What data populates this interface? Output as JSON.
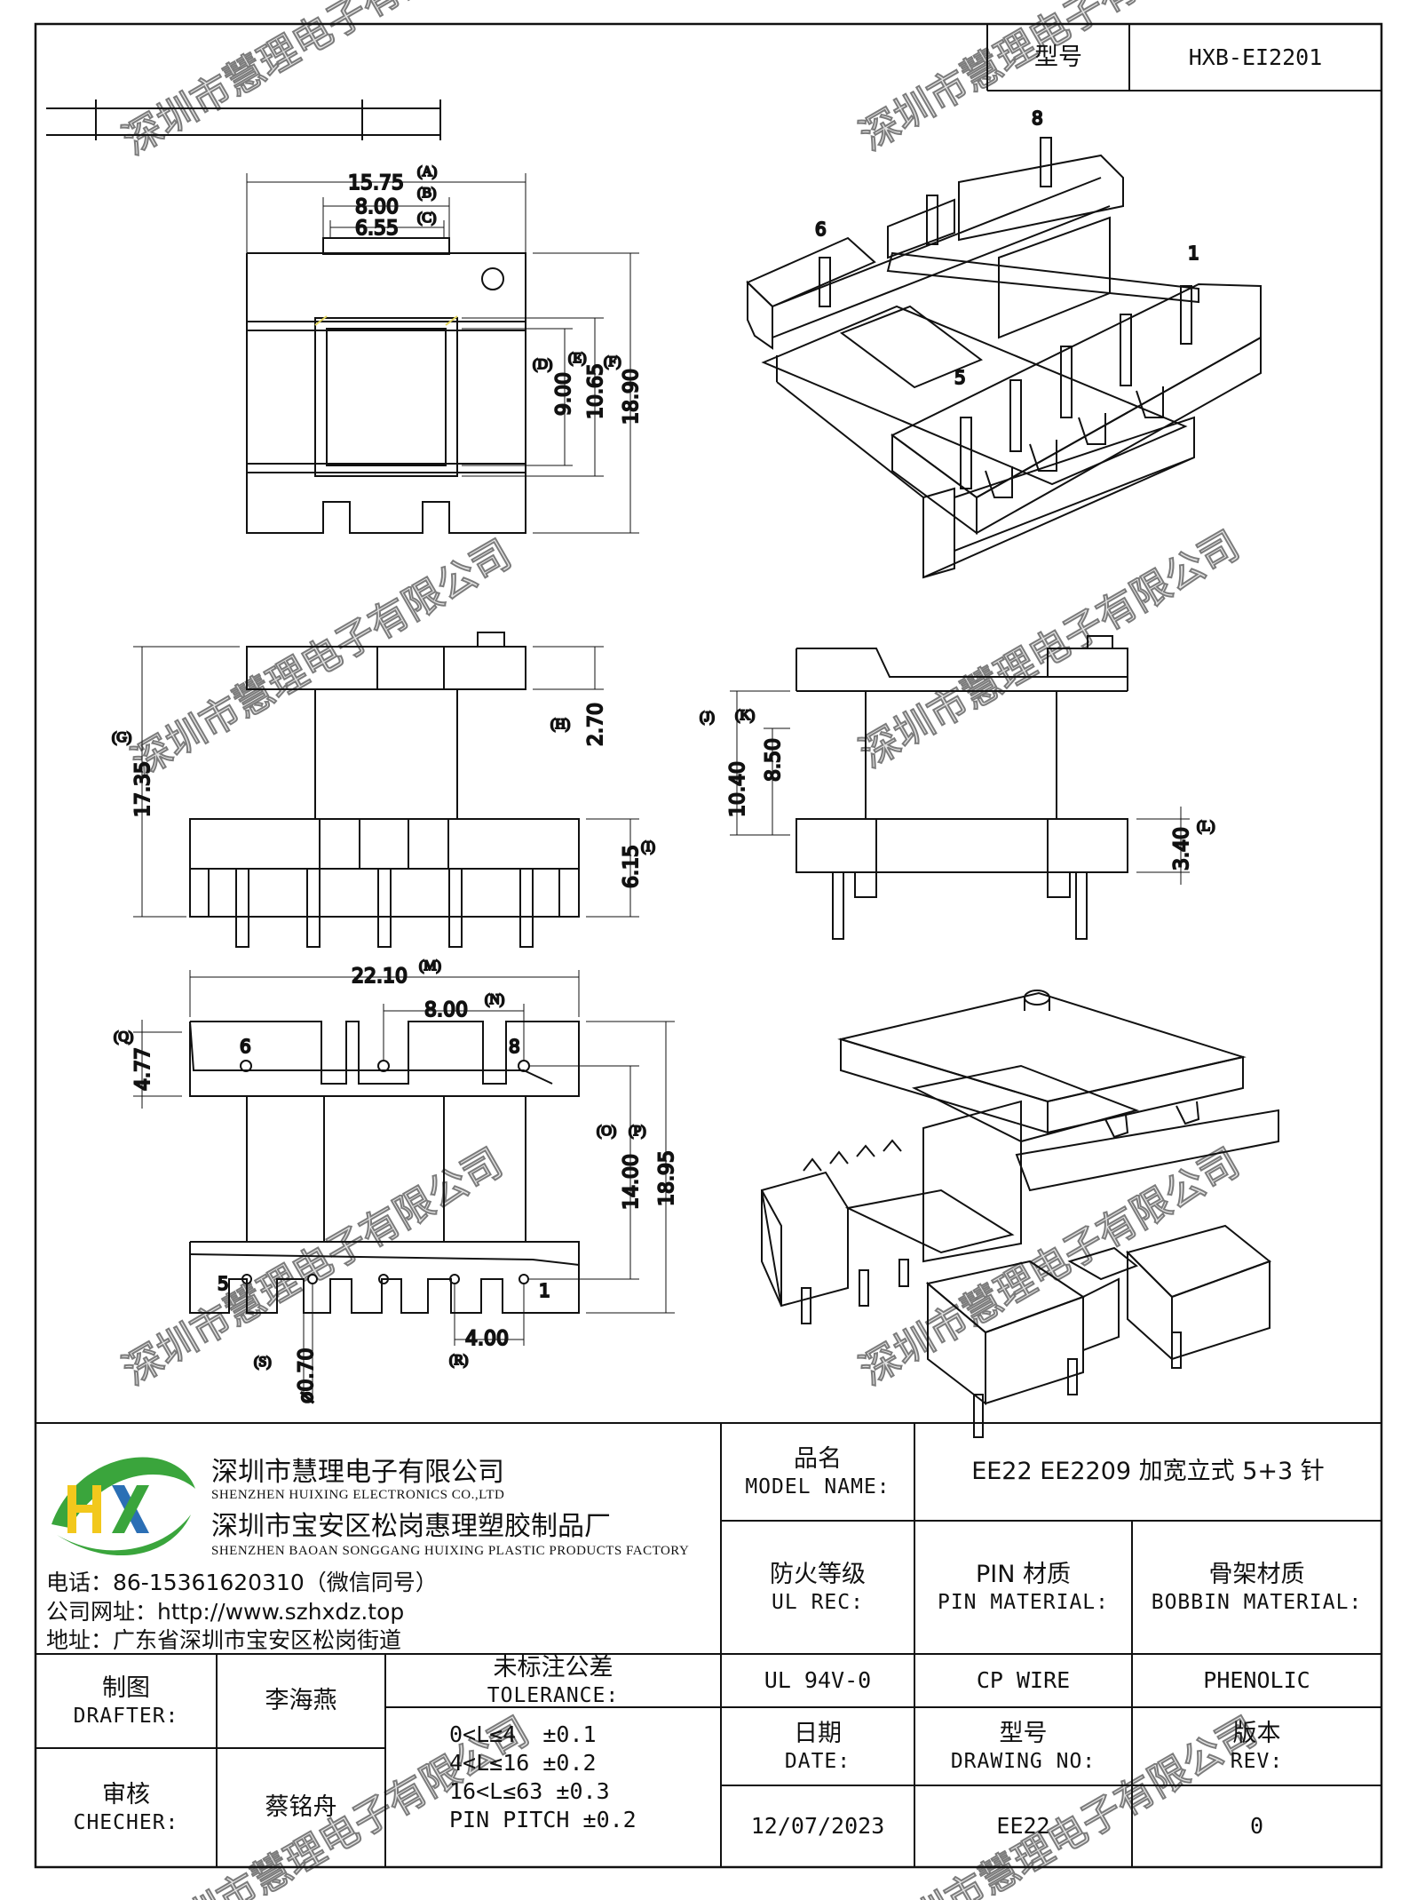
{
  "header": {
    "model_label": "型号",
    "model_value": "HXB-EI2201"
  },
  "watermark": "深圳市慧理电子有限公司",
  "company": {
    "name_cn": "深圳市慧理电子有限公司",
    "name_en": "SHENZHEN HUIXING ELECTRONICS CO.,LTD",
    "factory_cn": "深圳市宝安区松岗惠理塑胶制品厂",
    "factory_en": "SHENZHEN BAOAN SONGGANG HUIXING PLASTIC PRODUCTS FACTORY",
    "phone": "电话：86-15361620310（微信同号）",
    "website": "公司网址：http://www.szhxdz.top",
    "address": "地址：广东省深圳市宝安区松岗街道",
    "logo_text": "HX",
    "logo_colors": {
      "green": "#3aa53c",
      "yellow": "#f2c81c",
      "blue": "#2b6fb5"
    }
  },
  "title_block": {
    "product_name_cn": "品名",
    "product_name_en": "MODEL NAME:",
    "product_name_value": "EE22 EE2209 加宽立式 5+3 针",
    "fire_rating_cn": "防火等级",
    "fire_rating_en": "UL REC:",
    "fire_rating_value": "UL 94V-0",
    "pin_material_cn": "PIN 材质",
    "pin_material_en": "PIN MATERIAL:",
    "pin_material_value": "CP WIRE",
    "bobbin_material_cn": "骨架材质",
    "bobbin_material_en": "BOBBIN MATERIAL:",
    "bobbin_material_value": "PHENOLIC",
    "drafter_cn": "制图",
    "drafter_en": "DRAFTER:",
    "drafter_name": "李海燕",
    "checker_cn": "审核",
    "checker_en": "CHECHER:",
    "checker_name": "蔡铭舟",
    "tolerance_cn": "未标注公差",
    "tolerance_en": "TOLERANCE:",
    "tolerance_lines": [
      "0<L≤4  ±0.1",
      "4<L≤16 ±0.2",
      "16<L≤63 ±0.3",
      "PIN PITCH ±0.2"
    ],
    "date_cn": "日期",
    "date_en": "DATE:",
    "date_value": "12/07/2023",
    "drawing_no_cn": "型号",
    "drawing_no_en": "DRAWING NO:",
    "drawing_no_value": "EE22",
    "rev_cn": "版本",
    "rev_en": "REV:",
    "rev_value": "0"
  },
  "dimensions": {
    "A": "15.75",
    "B": "8.00",
    "C": "6.55",
    "D": "9.00",
    "E": "10.65",
    "F": "18.90",
    "G": "17.35",
    "H": "2.70",
    "I": "6.15",
    "J": "10.40",
    "K": "8.50",
    "L": "3.40",
    "M": "22.10",
    "N": "8.00",
    "O": "14.00",
    "P": "18.95",
    "Q": "4.77",
    "R": "4.00",
    "S": "ø0.70",
    "tags": {
      "A": "(A)",
      "B": "(B)",
      "C": "(C)",
      "D": "(D)",
      "E": "(E)",
      "F": "(F)",
      "G": "(G)",
      "H": "(H)",
      "I": "(I)",
      "J": "(J)",
      "K": "(K)",
      "L": "(L)",
      "M": "(M)",
      "N": "(N)",
      "O": "(O)",
      "P": "(P)",
      "Q": "(Q)",
      "R": "(R)",
      "S": "(S)"
    }
  },
  "pin_labels": {
    "p1": "1",
    "p5": "5",
    "p6": "6",
    "p8": "8"
  }
}
